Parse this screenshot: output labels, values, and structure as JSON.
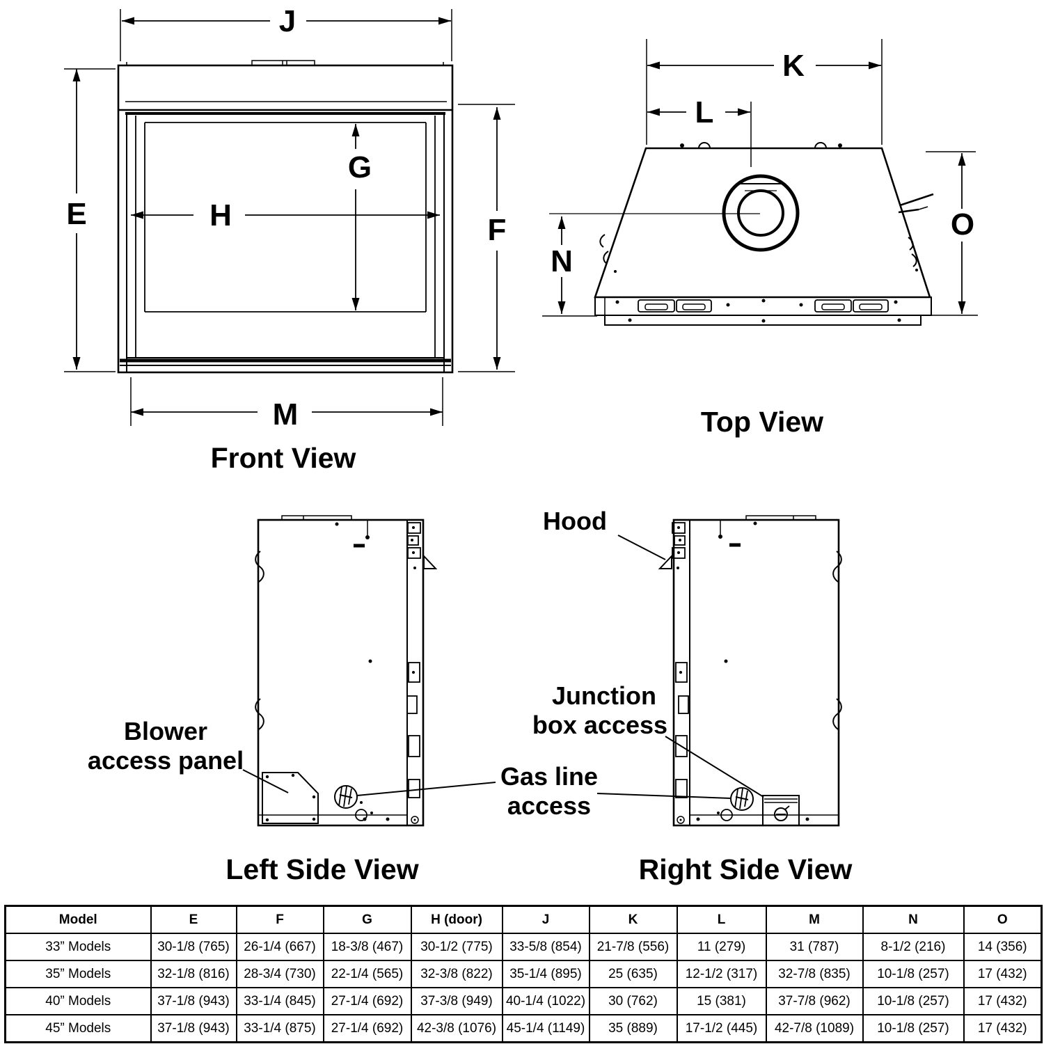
{
  "colors": {
    "ink": "#000000",
    "background": "#ffffff"
  },
  "views": {
    "front": {
      "title": "Front View",
      "dim_labels": {
        "j": "J",
        "e": "E",
        "f": "F",
        "g": "G",
        "h": "H",
        "m": "M"
      }
    },
    "top": {
      "title": "Top View",
      "dim_labels": {
        "k": "K",
        "l": "L",
        "n": "N",
        "o": "O"
      }
    },
    "left_side": {
      "title": "Left Side View",
      "annotations": {
        "blower_line1": "Blower",
        "blower_line2": "access panel"
      }
    },
    "right_side": {
      "title": "Right Side View",
      "annotations": {
        "hood": "Hood",
        "junction_line1": "Junction",
        "junction_line2": "box access",
        "gas_line1": "Gas line",
        "gas_line2": "access"
      }
    }
  },
  "table": {
    "columns": [
      "Model",
      "E",
      "F",
      "G",
      "H (door)",
      "J",
      "K",
      "L",
      "M",
      "N",
      "O"
    ],
    "rows": [
      [
        "33” Models",
        "30-1/8 (765)",
        "26-1/4 (667)",
        "18-3/8 (467)",
        "30-1/2 (775)",
        "33-5/8 (854)",
        "21-7/8 (556)",
        "11 (279)",
        "31 (787)",
        "8-1/2 (216)",
        "14 (356)"
      ],
      [
        "35” Models",
        "32-1/8 (816)",
        "28-3/4 (730)",
        "22-1/4 (565)",
        "32-3/8 (822)",
        "35-1/4 (895)",
        "25 (635)",
        "12-1/2 (317)",
        "32-7/8 (835)",
        "10-1/8 (257)",
        "17 (432)"
      ],
      [
        "40” Models",
        "37-1/8 (943)",
        "33-1/4 (845)",
        "27-1/4 (692)",
        "37-3/8 (949)",
        "40-1/4 (1022)",
        "30 (762)",
        "15 (381)",
        "37-7/8 (962)",
        "10-1/8 (257)",
        "17 (432)"
      ],
      [
        "45” Models",
        "37-1/8 (943)",
        "33-1/4 (875)",
        "27-1/4 (692)",
        "42-3/8 (1076)",
        "45-1/4 (1149)",
        "35 (889)",
        "17-1/2 (445)",
        "42-7/8 (1089)",
        "10-1/8 (257)",
        "17 (432)"
      ]
    ]
  }
}
